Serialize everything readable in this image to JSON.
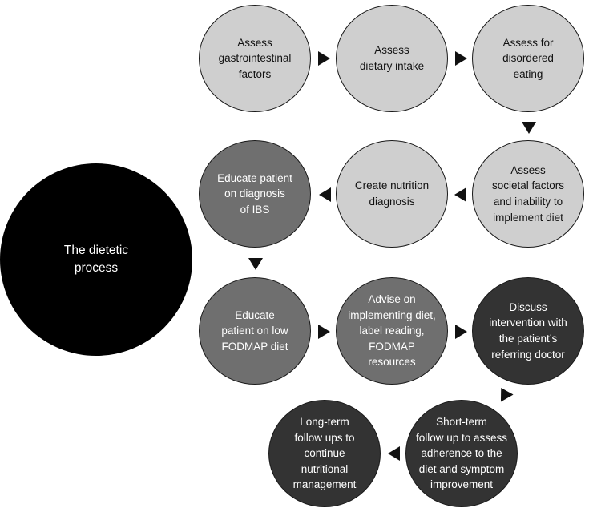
{
  "center": {
    "label": "The dietetic\nprocess"
  },
  "nodes": [
    {
      "label": "Assess\ngastrointestinal\nfactors"
    },
    {
      "label": "Assess\ndietary intake"
    },
    {
      "label": "Assess for\ndisordered\neating"
    },
    {
      "label": "Assess\nsocietal factors\nand inability to\nimplement diet"
    },
    {
      "label": "Create nutrition\ndiagnosis"
    },
    {
      "label": "Educate patient\non diagnosis\nof IBS"
    },
    {
      "label": "Educate\npatient on low\nFODMAP diet"
    },
    {
      "label": "Advise on\nimplementing diet,\nlabel reading,\nFODMAP\nresources"
    },
    {
      "label": "Discuss\nintervention with\nthe patient’s\nreferring doctor"
    },
    {
      "label": "Short-term\nfollow up to assess\nadherence to the\ndiet and symptom\nimprovement"
    },
    {
      "label": "Long-term\nfollow ups to\ncontinue\nnutritional\nmanagement"
    }
  ]
}
